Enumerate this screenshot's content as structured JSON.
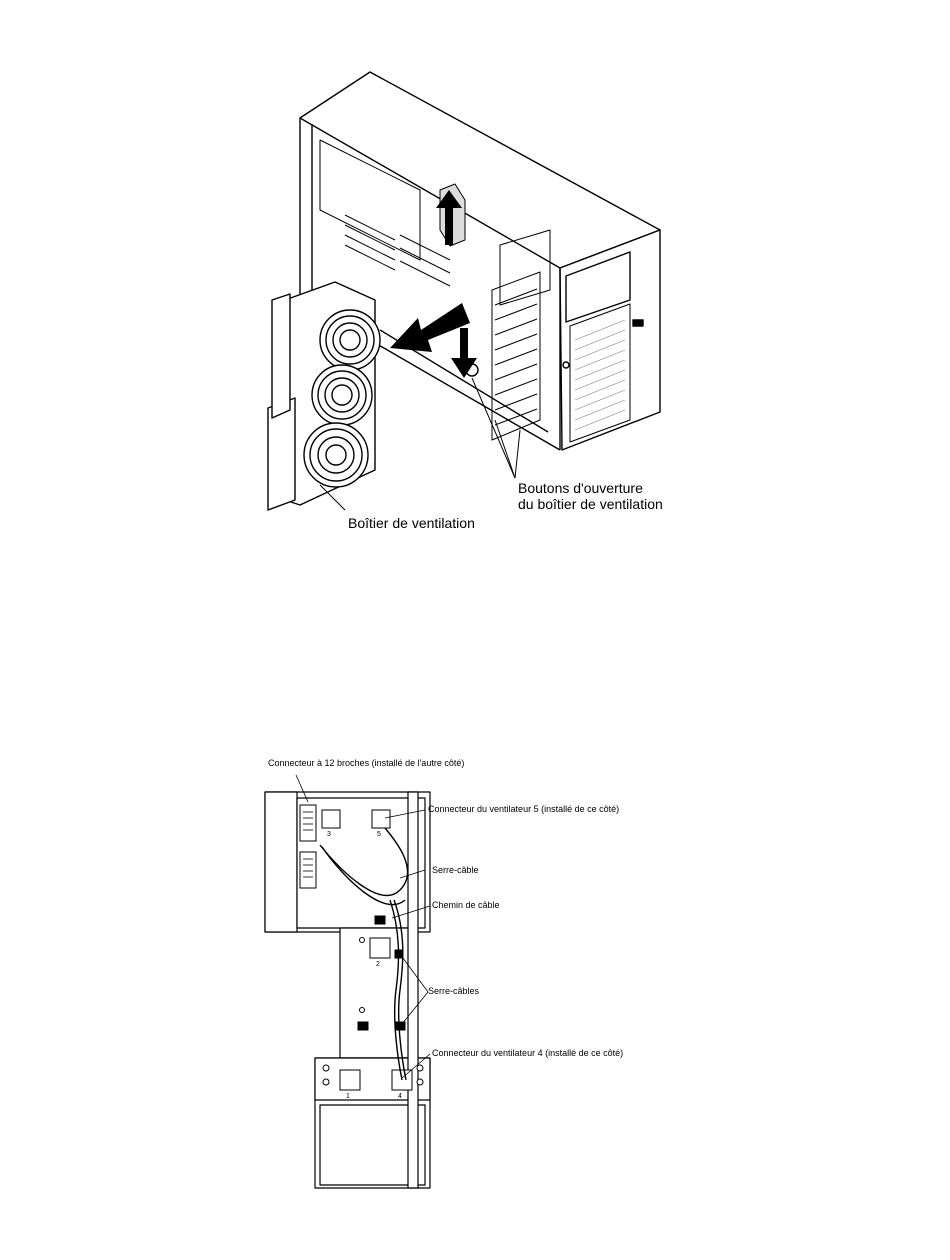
{
  "figure1": {
    "labels": {
      "release_buttons_line1": "Boutons d'ouverture",
      "release_buttons_line2": "du boîtier de ventilation",
      "fan_cage": "Boîtier de ventilation"
    }
  },
  "figure2": {
    "labels": {
      "connector_12pin": "Connecteur à 12 broches (installé de l'autre côté)",
      "fan5_connector": "Connecteur du ventilateur 5 (installé de ce côté)",
      "cable_tie": "Serre-câble",
      "cable_path": "Chemin de câble",
      "cable_ties": "Serre-câbles",
      "fan4_connector": "Connecteur du ventilateur 4 (installé de ce côté)"
    },
    "fan_numbers": [
      "3",
      "5",
      "2",
      "1",
      "4"
    ]
  }
}
